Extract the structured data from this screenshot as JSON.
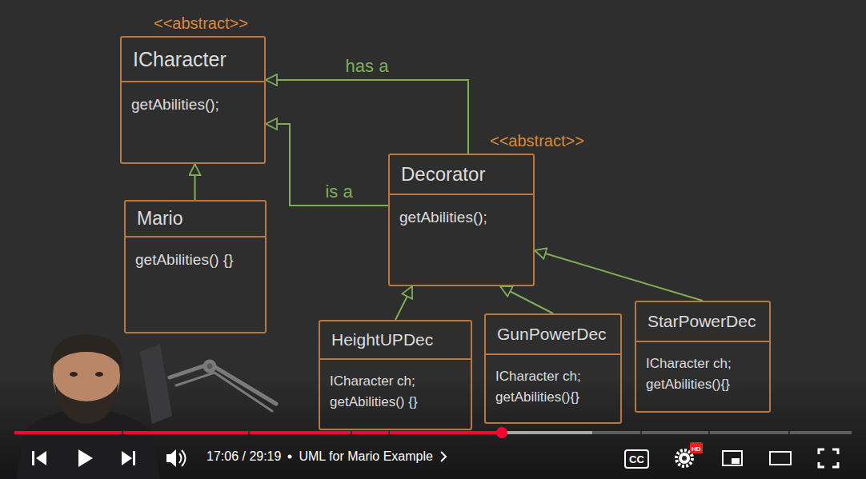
{
  "diagram": {
    "nodes": [
      {
        "text": [
          "<<abstract>>",
          "ICharacter",
          "getAbilities();"
        ]
      },
      {
        "text": [
          "Mario",
          "getAbilities() {}"
        ]
      },
      {
        "text": [
          "<<abstract>>",
          "Decorator",
          "getAbilities();"
        ]
      },
      {
        "text": [
          "HeightUPDec",
          "ICharacter ch; getAbilities() {}"
        ]
      },
      {
        "text": [
          "GunPowerDec",
          "ICharacter ch; getAbilities(){}"
        ]
      },
      {
        "text": [
          "StarPowerDec",
          "ICharacter ch; getAbilities(){}"
        ]
      }
    ],
    "edges": [
      {
        "from": 1,
        "to": 0,
        "arrow": "to"
      },
      {
        "from": 2,
        "to": 0,
        "label": "has a",
        "arrow": "to"
      },
      {
        "from": 2,
        "to": 0,
        "label": "is a",
        "arrow": "to"
      },
      {
        "from": 3,
        "to": 2,
        "arrow": "to"
      },
      {
        "from": 4,
        "to": 2,
        "arrow": "to"
      },
      {
        "from": 5,
        "to": 2,
        "arrow": "to"
      }
    ],
    "labels": [
      "17:06 / 29:19",
      "UML for Mario Example",
      "CC",
      "HD"
    ]
  }
}
